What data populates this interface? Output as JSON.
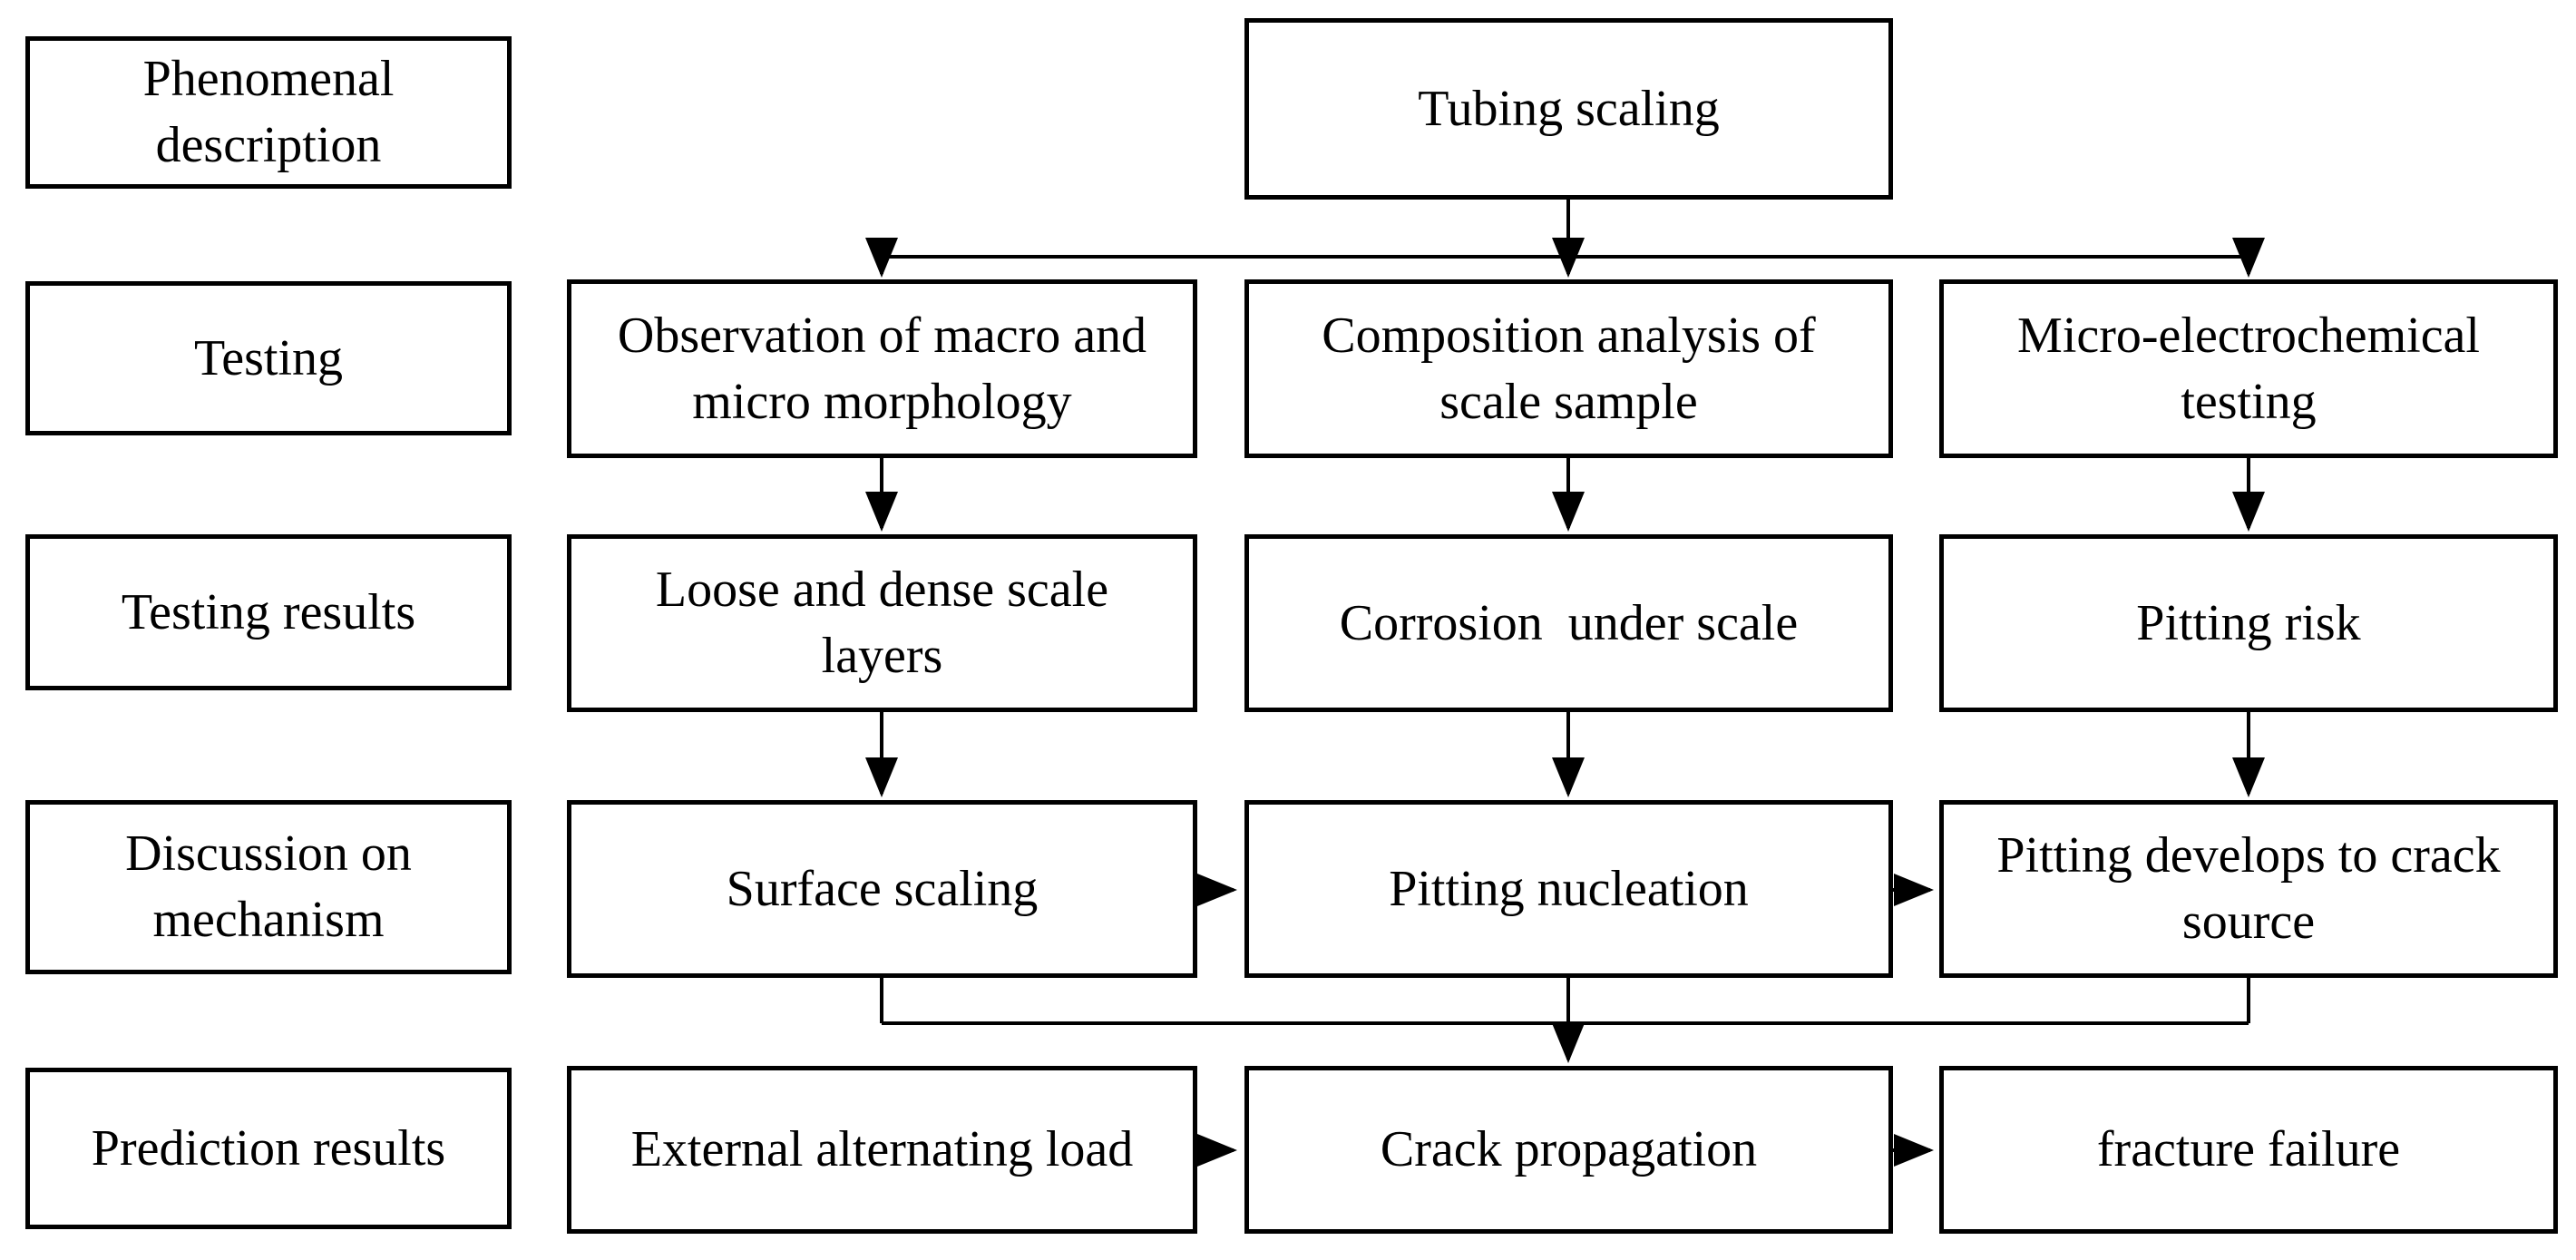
{
  "diagram": {
    "title_semantic": "Tubing scaling failure analysis flowchart",
    "background_color": "#ffffff",
    "line_color": "#000000",
    "box_border_color": "#000000",
    "text_color": "#000000",
    "row_labels": [
      {
        "label": "Phenomenal description"
      },
      {
        "label": "Testing"
      },
      {
        "label": "Testing results"
      },
      {
        "label": "Discussion on mechanism"
      },
      {
        "label": "Prediction results"
      }
    ],
    "nodes": {
      "tubing_scaling": "Tubing scaling",
      "observation": "Observation of macro and micro morphology",
      "composition": "Composition analysis of scale sample",
      "micro_electrochemical": "Micro-electrochemical testing",
      "loose_dense": "Loose and dense scale layers",
      "corrosion_under_scale": "Corrosion  under scale",
      "pitting_risk": "Pitting risk",
      "surface_scaling": "Surface scaling",
      "pitting_nucleation": "Pitting nucleation",
      "pitting_develops": "Pitting develops to crack source",
      "external_load": "External alternating load",
      "crack_propagation": "Crack propagation",
      "fracture_failure": "fracture failure"
    }
  }
}
